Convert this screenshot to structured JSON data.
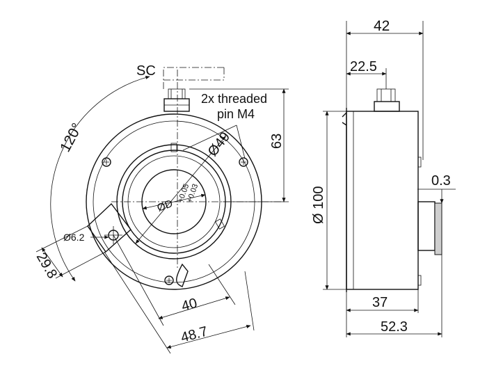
{
  "front_view": {
    "angle": "120°",
    "sc": "SC",
    "threaded_pin": [
      "2x threaded",
      "pin M4"
    ],
    "bore_dia": "Ø49",
    "height_to_pin": "63",
    "shaft_dia": "ØD",
    "tol_upper": "+0.05",
    "tol_lower": "+0.03",
    "hole_dia": "Ø6.2",
    "arm_width": "29.8",
    "arm_len1": "40",
    "arm_len2": "48.7"
  },
  "side_view": {
    "total_width": "42",
    "pin_offset": "22.5",
    "body_dia": "Ø 100",
    "gap": "0.3",
    "body_depth": "37",
    "overall_depth": "52.3"
  }
}
